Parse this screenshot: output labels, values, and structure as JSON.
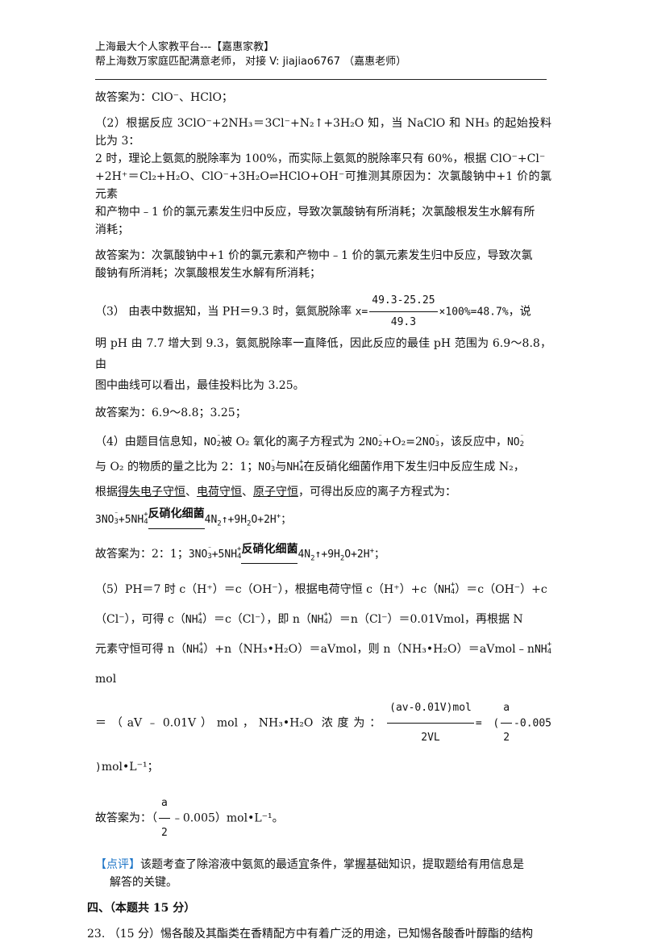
{
  "header": {
    "line1": "上海最大个人家教平台---【嘉惠家教】",
    "line2": "帮上海数万家庭匹配满意老师， 对接 V: jiajiao6767 （嘉惠老师）"
  },
  "answer1": "故答案为：ClO⁻、HClO；",
  "q2": {
    "line_a": "（2）根据反应 3ClO⁻+2NH₃＝3Cl⁻+N₂↑+3H₂O 知，当 NaClO 和 NH₃ 的起始投料比为 3：",
    "line_b": "2 时，理论上氨氮的脱除率为 100%，而实际上氨氮的脱除率只有 60%，根据 ClO⁻+Cl⁻",
    "line_c": "+2H⁺＝Cl₂+H₂O、ClO⁻+3H₂O⇌HClO+OH⁻可推测其原因为：次氯酸钠中+1 价的氯元素",
    "line_d": "和产物中﹣1 价的氯元素发生归中反应，导致次氯酸钠有所消耗；次氯酸根发生水解有所",
    "line_e": "消耗；",
    "answer_a": "故答案为：次氯酸钠中+1 价的氯元素和产物中﹣1 价的氯元素发生归中反应，导致次氯",
    "answer_b": "酸钠有所消耗；次氯酸根发生水解有所消耗；"
  },
  "q3": {
    "line_a_pre": "（3） 由表中数据知，当 PH＝9.3 时，氨氮脱除率",
    "frac_num": "49.3-25.25",
    "frac_den": "49.3",
    "x_label": "x=",
    "line_a_post": "×100%=48.7%",
    "line_a_end": "，说",
    "line_b": "明 pH 由 7.7 增大到 9.3，氨氮脱除率一直降低，因此反应的最佳 pH 范围为 6.9～8.8，由",
    "line_c": "图中曲线可以看出，最佳投料比为 3.25。",
    "answer": "故答案为：6.9～8.8；3.25；"
  },
  "q4": {
    "l1_a": "（4）由题目信息知，",
    "no2": "NO",
    "l1_b": "被 O₂ 氧化的离子方程式为 2",
    "l1_c": "+O₂=2",
    "l1_d": "，该反应中，",
    "no3": "NO",
    "l2_a": "与 O₂ 的物质的量之比为 2：1；",
    "nh4": "NH",
    "l2_b": "与",
    "l2_c": "在反硝化细菌作用下发生归中反应生成 N₂，",
    "l3": "根据得失电子守恒、电荷守恒、原子守恒，可得出反应的离子方程式为：",
    "l3_u1": "得失电子守恒",
    "l3_u2": "电荷守恒",
    "l3_u3": "原子守恒",
    "eq_left": "3NO",
    "eq_mid": "+5NH",
    "condition": "反硝化细菌",
    "eq_right": "4N",
    "eq_tail": "↑+9H",
    "eq_tail2": "O+2H",
    "eq_end": "；",
    "answer_pre": "故答案为：2：1；"
  },
  "q5": {
    "l1_a": "（5）PH＝7 时 c（H⁺）＝c（OH⁻），根据电荷守恒 c（H⁺）+c（",
    "l1_b": "）＝c（OH⁻）+c",
    "l2_a": "（Cl⁻），可得 c（",
    "l2_b": "）＝c（Cl⁻），即 n（",
    "l2_c": "）＝n（Cl⁻）＝0.01Vmol，再根据 N",
    "l3_a": "元素守恒可得 n（",
    "l3_b": "）+n（NH₃•H₂O）＝aVmol，则 n（NH₃•H₂O）＝aVmol﹣n",
    "l3_c": "mol",
    "l4_a": "＝（aV﹣0.01V）mol，NH₃•H₂O 浓度为：",
    "frac_num": "(av-0.01V)mol",
    "frac_den": "2VL",
    "l4_b": "= (",
    "small_num": "a",
    "small_den": "2",
    "l4_c": "-0.005 )",
    "l4_d": "mol•L⁻¹；",
    "answer_pre": "故答案为：（",
    "answer_post": "﹣0.005）mol•L⁻¹。"
  },
  "comment": {
    "tag": "【点评】",
    "text_a": "该题考查了除溶液中氨氮的最适宜条件，掌握基础知识，提取题给有用信息是",
    "text_b": "解答的关键。"
  },
  "section4": "四、（本题共 15 分）",
  "q23": "23. （15 分）惕各酸及其酯类在香精配方中有着广泛的用途，已知惕各酸香叶醇酯的结构",
  "colors": {
    "accent": "#1a73c7"
  }
}
